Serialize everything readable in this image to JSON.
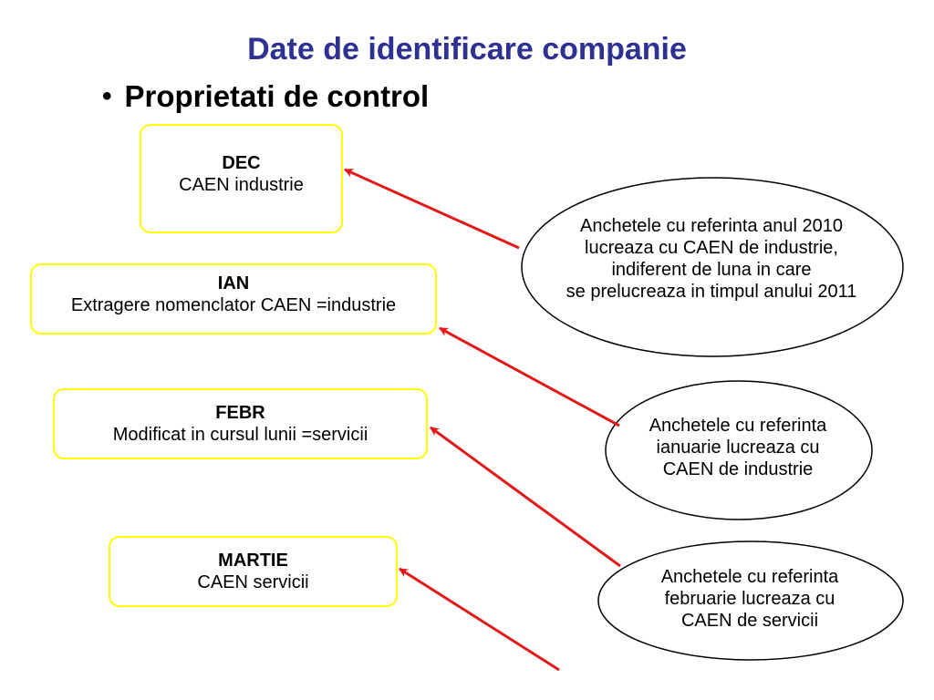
{
  "title": "Date de identificare companie",
  "subtitle": {
    "bullet": "•",
    "text": "Proprietati de control"
  },
  "months": [
    {
      "id": "dec",
      "month": "DEC",
      "detail": "CAEN industrie"
    },
    {
      "id": "ian",
      "month": "IAN",
      "detail": "Extragere nomenclator CAEN =industrie"
    },
    {
      "id": "febr",
      "month": "FEBR",
      "detail": "Modificat in cursul lunii =servicii"
    },
    {
      "id": "martie",
      "month": "MARTIE",
      "detail": "CAEN servicii"
    }
  ],
  "notes": [
    {
      "lines": [
        "Anchetele cu referinta anul 2010",
        "lucreaza cu CAEN de industrie,",
        "indiferent de luna in care",
        "se prelucreaza in timpul anului 2011"
      ]
    },
    {
      "lines": [
        "Anchetele cu referinta",
        "ianuarie lucreaza cu",
        "CAEN de industrie"
      ]
    },
    {
      "lines": [
        "Anchetele cu referinta",
        "februarie lucreaza cu",
        "CAEN de servicii"
      ]
    }
  ],
  "colors": {
    "title": "#2e3192",
    "box_border": "#ffff00",
    "arrow": "#e31919",
    "ellipse_border": "#000000"
  }
}
